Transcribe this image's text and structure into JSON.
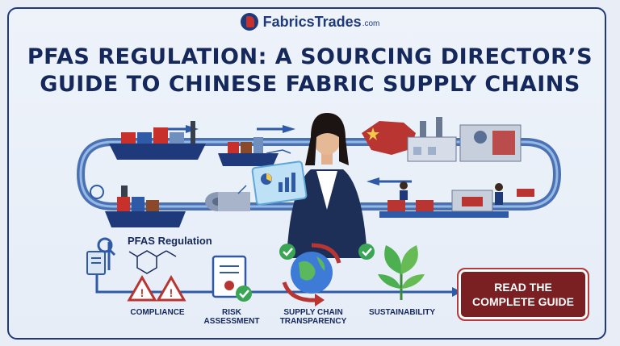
{
  "brand": {
    "name": "FabricsTrades",
    "tld": ".com",
    "logo_icon": "fabricstrades-logo-icon"
  },
  "title": {
    "line1": "PFAS REGULATION: A SOURCING DIRECTOR’S",
    "line2": "GUIDE TO CHINESE FABRIC SUPPLY CHAINS"
  },
  "illustration": {
    "pfas_label": "PFAS Regulation",
    "items": [
      {
        "label_line1": "COMPLIANCE",
        "label_line2": "",
        "icon": "warning-triangle-icon"
      },
      {
        "label_line1": "RISK",
        "label_line2": "ASSESSMENT",
        "icon": "certificate-icon"
      },
      {
        "label_line1": "SUPPLY CHAIN",
        "label_line2": "TRANSPARENCY",
        "icon": "globe-icon"
      },
      {
        "label_line1": "SUSTAINABILITY",
        "label_line2": "",
        "icon": "leaf-plant-icon"
      }
    ]
  },
  "cta": {
    "line1": "READ THE",
    "line2": "COMPLETE GUIDE"
  },
  "colors": {
    "navy": "#15285c",
    "accent_red": "#7a1f22",
    "flag_red": "#c8302c"
  }
}
